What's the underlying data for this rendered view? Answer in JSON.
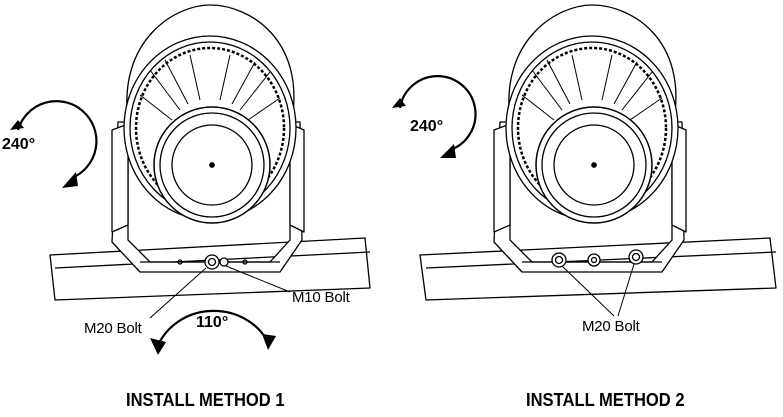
{
  "panels": [
    {
      "title": "INSTALL METHOD 1",
      "tilt_angle": "240°",
      "pan_angle": "110°",
      "labels": {
        "left_bolt": "M20 Bolt",
        "right_bolt": "M10 Bolt"
      }
    },
    {
      "title": "INSTALL METHOD 2",
      "tilt_angle": "240°",
      "labels": {
        "bolts": "M20 Bolt"
      }
    }
  ],
  "colors": {
    "line": "#000000",
    "background": "#ffffff"
  },
  "icons": [
    "rotation-arrow-icon"
  ]
}
